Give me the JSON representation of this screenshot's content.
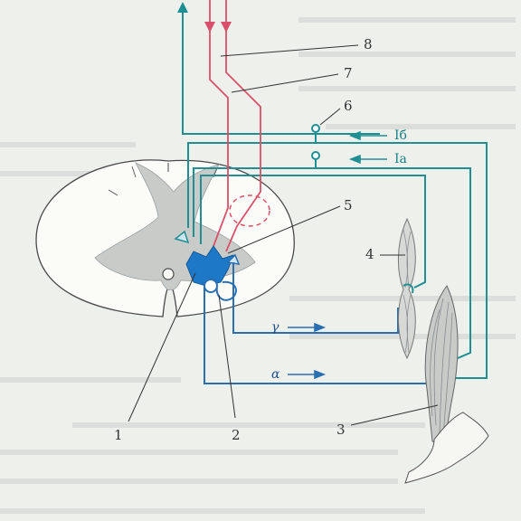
{
  "diagram": {
    "labels": {
      "n1": "1",
      "n2": "2",
      "n3": "3",
      "n4": "4",
      "n5": "5",
      "n6": "6",
      "n7": "7",
      "n8": "8",
      "afferent_ib": "Iб",
      "afferent_ia": "Ia",
      "gamma": "γ",
      "alpha": "α"
    },
    "colors": {
      "background": "#eef0ec",
      "teal_path": "#1f8f93",
      "descending_red": "#d9506a",
      "motor_blue": "#2a6fb2",
      "neuron_fill": "#1e78c8",
      "gray_matter": "#c9cbc9",
      "leader_lines": "#333333"
    }
  }
}
